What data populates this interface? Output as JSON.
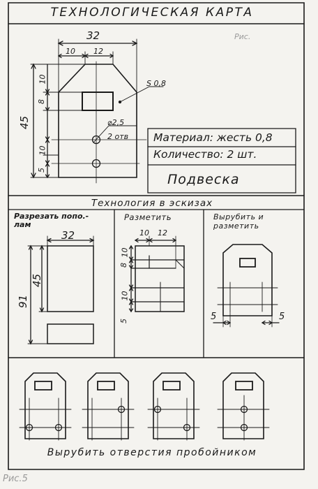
{
  "title": "ТЕХНОЛОГИЧЕСКАЯ КАРТА",
  "figure_label_top": "Рис.",
  "figure_label_bottom": "Рис.5",
  "main_drawing": {
    "dimensions": {
      "overall_width": "32",
      "offset_left": "10",
      "slot_width": "12",
      "overall_height": "45",
      "chamfer_height": "10",
      "slot_height": "8",
      "hole_offset": "10",
      "hole_bottom": "5",
      "thickness_callout": "S 0,8",
      "hole_callout_diameter": "⌀2,5",
      "hole_callout_count": "2 отв"
    }
  },
  "info": {
    "material": "Материал: жесть 0,8",
    "quantity": "Количество: 2 шт.",
    "part_name": "Подвеска"
  },
  "tech_header": "Технология в эскизах",
  "steps": [
    {
      "label_line1": "Разрезать попо.-",
      "label_line2": "лам",
      "dims": {
        "width": "32",
        "height_total": "91",
        "height_part": "45"
      }
    },
    {
      "label": "Разметить",
      "dims": {
        "w1": "10",
        "w2": "12",
        "h1": "10",
        "h2": "8",
        "h3": "10",
        "h4": "5"
      }
    },
    {
      "label_line1": "Вырубить и",
      "label_line2": "разметить",
      "dims": {
        "left": "5",
        "right": "5"
      }
    }
  ],
  "bottom_caption": "Вырубить отверстия пробойником"
}
